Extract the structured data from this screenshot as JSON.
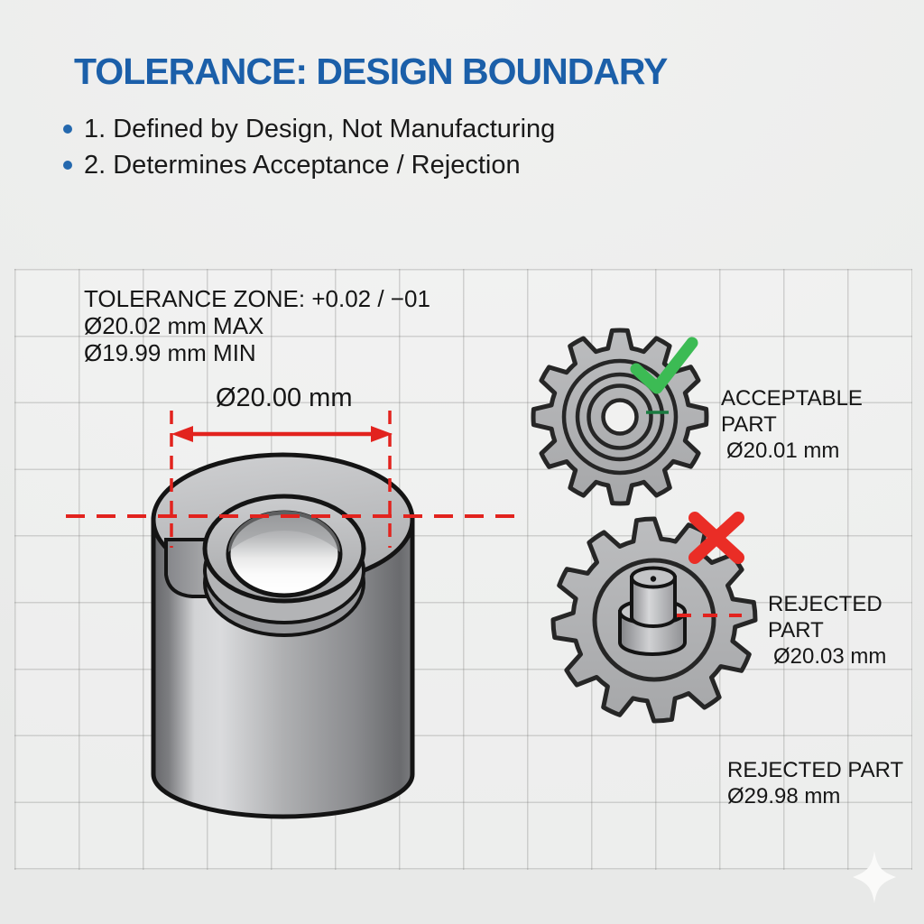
{
  "header": {
    "title": "TOLERANCE: DESIGN BOUNDARY",
    "bullets": [
      "1. Defined by Design, Not Manufacturing",
      "2. Determines Acceptance / Rejection"
    ]
  },
  "drawing": {
    "tolerance_zone": "TOLERANCE ZONE: +0.02 / −01",
    "max_limit": "Ø20.02 mm MAX",
    "min_limit": "Ø19.99 mm MIN",
    "dimension_label": "Ø20.00 mm"
  },
  "parts": {
    "acceptable": {
      "label": "ACCEPTABLE PART",
      "value": "Ø20.01 mm"
    },
    "rejected": {
      "label": "REJECTED PART",
      "value": "Ø20.03 mm"
    },
    "rejected_oversize": {
      "label": "REJECTED PART",
      "value": "Ø29.98 mm"
    }
  },
  "icons": {
    "check": "green check mark",
    "cross": "red x mark",
    "sparkle": "white four point star"
  },
  "colors": {
    "title_blue": "#1b5fa9",
    "bullet_blue": "#2468ae",
    "dimension_red": "#e2231e",
    "accept_green": "#3cbb54",
    "indicator_green": "#1a7b40",
    "reject_red": "#ea2d26",
    "gear_gray": "#b4b5b7",
    "outline_black": "#1a1a1a",
    "grid_line": "#d8d8d6",
    "background": "#ecedec"
  }
}
